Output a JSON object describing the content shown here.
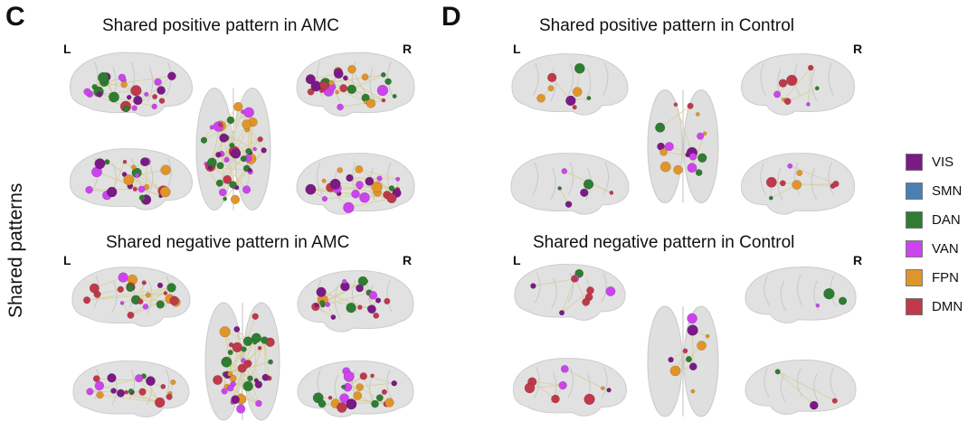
{
  "panels": [
    {
      "letter": "C",
      "titles": {
        "positive": "Shared positive pattern in AMC",
        "negative": "Shared negative pattern in AMC"
      },
      "left_label": "L",
      "right_label": "R"
    },
    {
      "letter": "D",
      "titles": {
        "positive": "Shared positive pattern in Control",
        "negative": "Shared negative pattern in Control"
      },
      "left_label": "L",
      "right_label": "R"
    }
  ],
  "side_label": "Shared patterns",
  "legend": [
    {
      "label": "VIS",
      "color": "#7b1a86"
    },
    {
      "label": "SMN",
      "color": "#4a7fb5"
    },
    {
      "label": "DAN",
      "color": "#2e7d32"
    },
    {
      "label": "VAN",
      "color": "#cc44ee"
    },
    {
      "label": "FPN",
      "color": "#e0952a"
    },
    {
      "label": "DMN",
      "color": "#c0394b"
    }
  ],
  "brain_color": "#dcdcdc",
  "edge_color": "#d8cf9a"
}
